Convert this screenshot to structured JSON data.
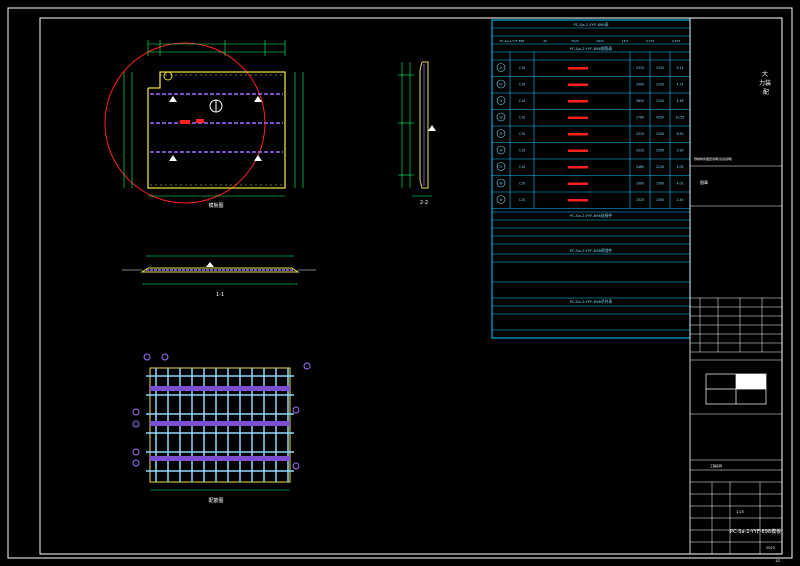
{
  "colors": {
    "background": "#000000",
    "frame": "#ffffff",
    "table_line": "#00c8ff",
    "outline": "#e8e03a",
    "dim": "#00ff66",
    "rebar": "#a070ff",
    "red": "#ff2020",
    "grid": "#8fd8ff",
    "cyan_text": "#7fdfff"
  },
  "views": {
    "plan_label": "模板图",
    "section_1_label": "1-1",
    "section_2_label": "2-2",
    "rebar_plan_label": "配筋图"
  },
  "tables": {
    "table1_title": "PC-Sa-2-YYF-898表",
    "table2_title": "PC-Sa-2-YYF-898钢筋表",
    "table3_title": "PC-Sa-2-YYF-898连接件",
    "table4_title": "PC-Sa-2-YYF-898预埋件",
    "table5_title": "PC-Sa-2-YYF-898吊件表",
    "table1_row": [
      "PC-Sa-2-YYF-898",
      "40",
      "2520",
      "2620",
      "18.0",
      "0.270",
      "0.675"
    ]
  },
  "rebar_rows": [
    {
      "id": "①",
      "spec": "C10",
      "len": "2310",
      "qty": "2310",
      "wt": "9.14"
    },
    {
      "id": "②",
      "spec": "C10",
      "len": "2400",
      "qty": "2310",
      "wt": "4.31"
    },
    {
      "id": "③",
      "spec": "C10",
      "len": "2620",
      "qty": "2310",
      "wt": "4.46"
    },
    {
      "id": "④",
      "spec": "C10",
      "len": "2760",
      "qty": "4250",
      "wt": "10.55"
    },
    {
      "id": "⑤",
      "spec": "C10",
      "len": "2310",
      "qty": "2000",
      "wt": "6.92"
    },
    {
      "id": "⑥",
      "spec": "C10",
      "len": "2310",
      "qty": "2590",
      "wt": "3.95"
    },
    {
      "id": "⑦",
      "spec": "C10",
      "len": "2460",
      "qty": "2230",
      "wt": "4.05"
    },
    {
      "id": "⑧",
      "spec": "C10",
      "len": "1000",
      "qty": "1590",
      "wt": "4.01"
    },
    {
      "id": "⑨",
      "spec": "C10",
      "len": "2520",
      "qty": "1300",
      "wt": "2.45"
    }
  ],
  "title_block": {
    "notes_title": "大\n力装\n配",
    "notes_line": "预制构件图纸说明(见总说明)",
    "seal": "图章",
    "project_label": "工程名称",
    "drawing_no": "PC-Sa-2-YYF-898模板",
    "scale": "1:25",
    "page_number": "42",
    "date": "2023"
  }
}
